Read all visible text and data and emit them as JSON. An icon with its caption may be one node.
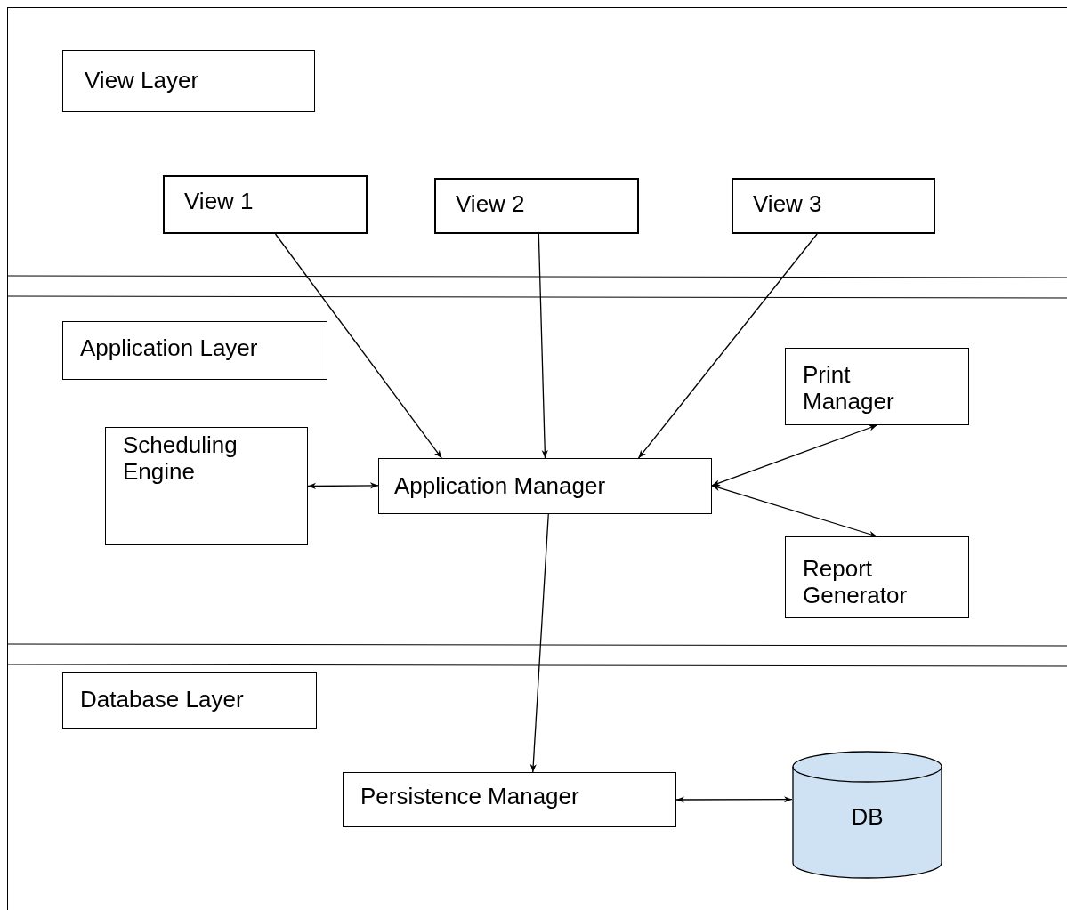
{
  "diagram": {
    "nodes": [
      {
        "text": [
          "View Layer"
        ]
      },
      {
        "text": [
          "View 1"
        ]
      },
      {
        "text": [
          "View 2"
        ]
      },
      {
        "text": [
          "View 3"
        ]
      },
      {
        "text": [
          "Application Layer"
        ]
      },
      {
        "text": [
          "Print Manager"
        ]
      },
      {
        "text": [
          "Scheduling Engine"
        ]
      },
      {
        "text": [
          "Application Manager"
        ]
      },
      {
        "text": [
          "Report Generator"
        ]
      },
      {
        "text": [
          "Database Layer"
        ]
      },
      {
        "text": [
          "Persistence Manager"
        ]
      },
      {
        "text": [
          "DB"
        ]
      }
    ],
    "edges": [
      {
        "from": 1,
        "to": 7,
        "arrow": "to"
      },
      {
        "from": 2,
        "to": 7,
        "arrow": "to"
      },
      {
        "from": 3,
        "to": 7,
        "arrow": "to"
      },
      {
        "from": 6,
        "to": 7,
        "arrow": "both"
      },
      {
        "from": 7,
        "to": 5,
        "arrow": "both"
      },
      {
        "from": 7,
        "to": 8,
        "arrow": "both"
      },
      {
        "from": 7,
        "to": 10,
        "arrow": "to"
      },
      {
        "from": 10,
        "to": 11,
        "arrow": "both"
      }
    ]
  }
}
